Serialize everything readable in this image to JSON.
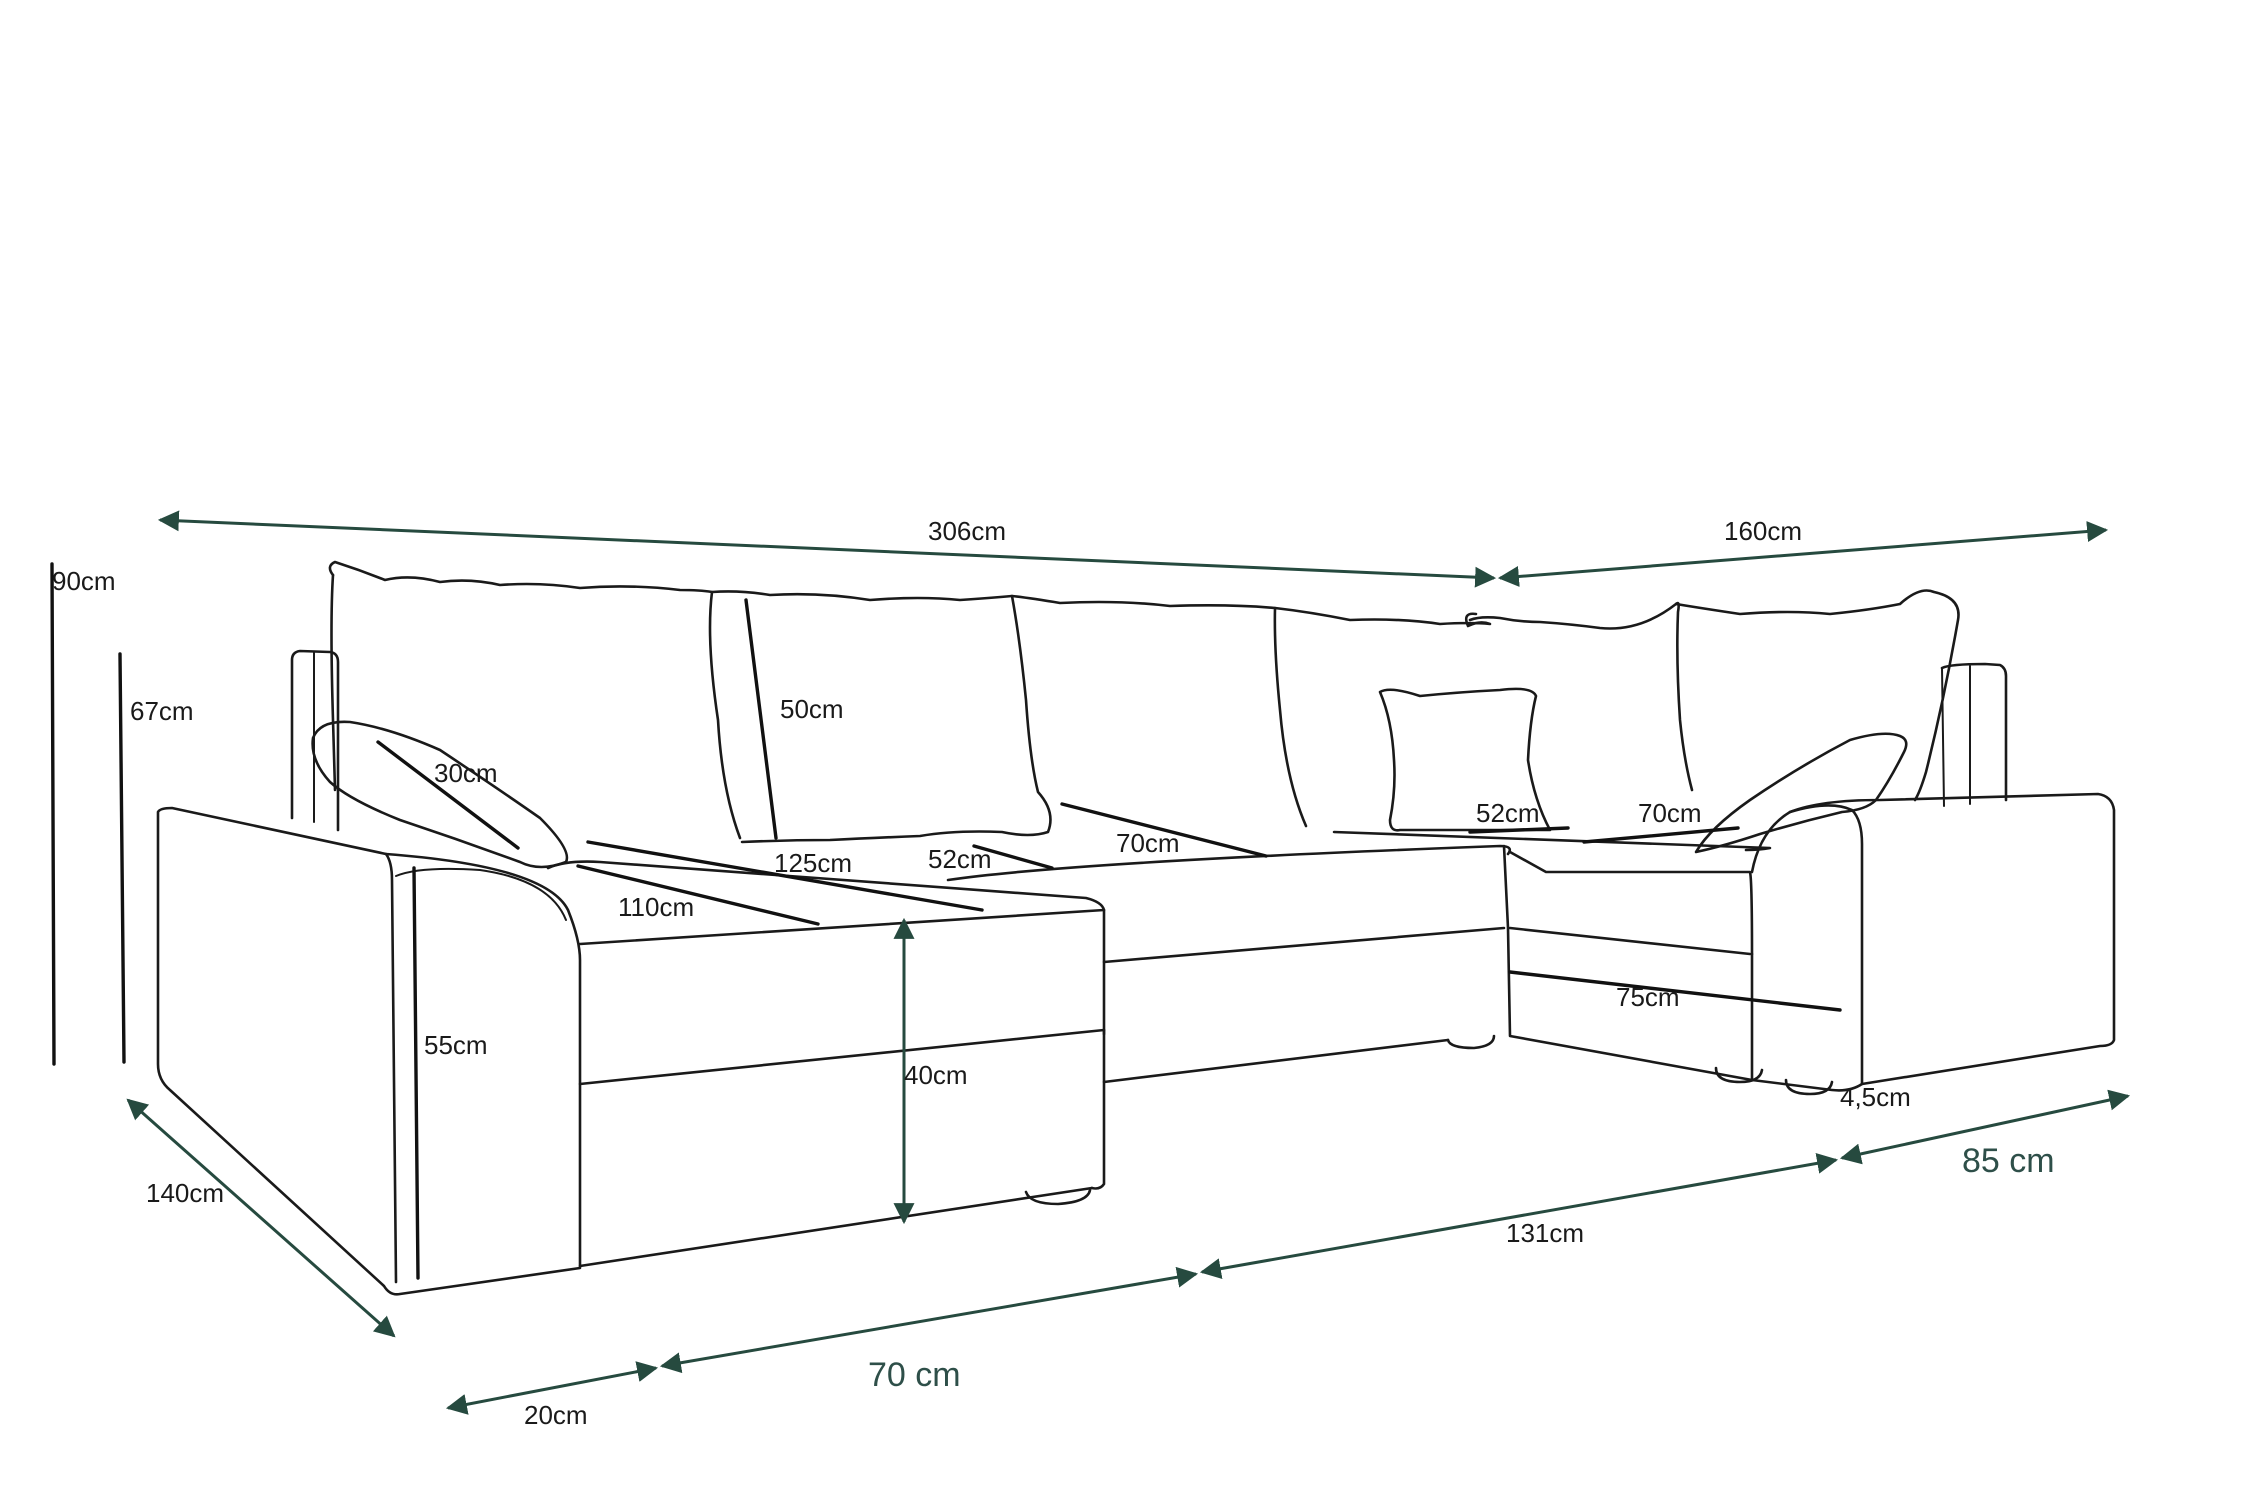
{
  "labels": {
    "overall_length": "306cm",
    "side_length": "160cm",
    "total_height": "90cm",
    "backrest_height": "67cm",
    "pillow_large_height": "50cm",
    "pillow_small": "30cm",
    "seat_depth_left": "125cm",
    "seat_width_left": "110cm",
    "backrest_depth_left": "52cm",
    "seat_depth_mid": "70cm",
    "backrest_depth_right": "52cm",
    "seat_depth_right": "70cm",
    "armrest_height": "55cm",
    "seat_height": "40cm",
    "chaise_length": "75cm",
    "foot_height": "4,5cm",
    "depth_left": "140cm",
    "armrest_width": "20cm",
    "chaise_width_left": "70 cm",
    "middle_width": "131cm",
    "chaise_width_right": "85 cm"
  },
  "colors": {
    "outline": "#1a1a1a",
    "dimension_arrow": "#264a3f",
    "background": "#ffffff"
  }
}
